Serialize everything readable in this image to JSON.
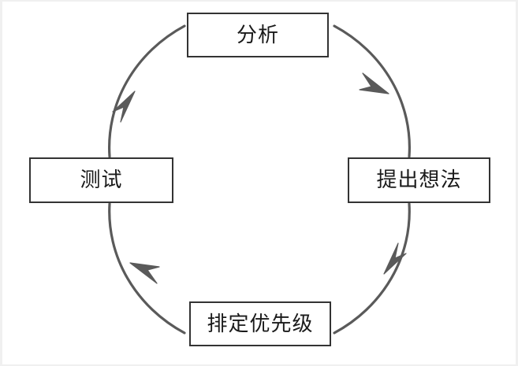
{
  "diagram": {
    "type": "cycle",
    "direction": "clockwise",
    "background_color": "#ffffff",
    "arc_color": "#5a5a5a",
    "box_border_color": "#333333",
    "box_fill_color": "#ffffff",
    "text_color": "#1a1a1a",
    "nodes": [
      {
        "id": "analysis",
        "label": "分析",
        "position": "top"
      },
      {
        "id": "ideas",
        "label": "提出想法",
        "position": "right"
      },
      {
        "id": "prioritize",
        "label": "排定优先级",
        "position": "bottom"
      },
      {
        "id": "test",
        "label": "测试",
        "position": "left"
      }
    ],
    "arrows": [
      {
        "id": "analysis-to-ideas",
        "from": "analysis",
        "to": "ideas",
        "direction": "clockwise"
      },
      {
        "id": "ideas-to-prioritize",
        "from": "ideas",
        "to": "prioritize",
        "direction": "clockwise"
      },
      {
        "id": "prioritize-to-test",
        "from": "prioritize",
        "to": "test",
        "direction": "clockwise"
      },
      {
        "id": "test-to-analysis",
        "from": "test",
        "to": "analysis",
        "direction": "clockwise"
      }
    ]
  }
}
